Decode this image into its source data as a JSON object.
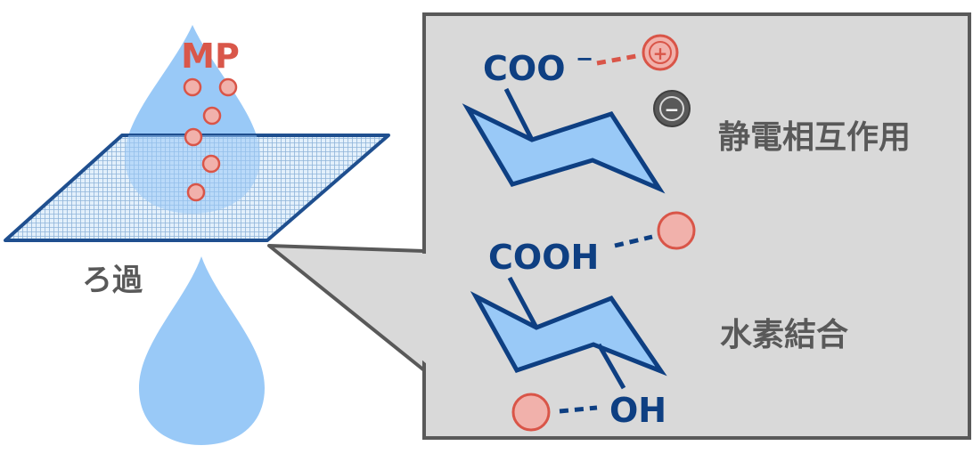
{
  "labels": {
    "mp": "MP",
    "filtration": "ろ過",
    "carboxylate": "COO",
    "minus_superscript": "−",
    "carboxyl": "COOH",
    "hydroxyl": "OH",
    "electrostatic": "静電相互作用",
    "hydrogen_bond": "水素結合",
    "plus_sign": "+",
    "minus_sign": "−"
  },
  "colors": {
    "water": "#99c9f7",
    "mesh": "#1f4f8f",
    "mesh_fill": "#e3f0fb",
    "particle_fill": "#f1b1ab",
    "particle_stroke": "#d95548",
    "mp_text": "#d9574a",
    "molecule_fill": "#99c9f7",
    "molecule_stroke": "#0e3f82",
    "chem_text": "#0e3f82",
    "panel_bg": "#d9d9d9",
    "panel_border": "#595959",
    "text_dark": "#595959",
    "negative_ion": "#595959"
  }
}
